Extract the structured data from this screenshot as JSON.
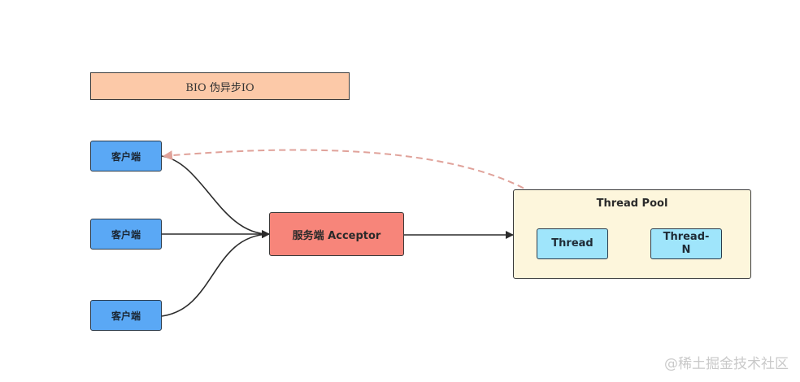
{
  "title": "BIO 伪异步IO",
  "clients": [
    {
      "label": "客户端"
    },
    {
      "label": "客户端"
    },
    {
      "label": "客户端"
    }
  ],
  "server": {
    "label": "服务端 Acceptor"
  },
  "pool": {
    "label": "Thread Pool",
    "threads": [
      {
        "label": "Thread"
      },
      {
        "label": "Thread-\nN"
      }
    ]
  },
  "watermark": "@稀土掘金技术社区",
  "colors": {
    "client": "#5aa8f5",
    "server": "#f7857a",
    "pool": "#fdf6dc",
    "thread": "#9fe5fb",
    "title": "#fcc9a8",
    "callback_arrow": "#e0a29a"
  }
}
